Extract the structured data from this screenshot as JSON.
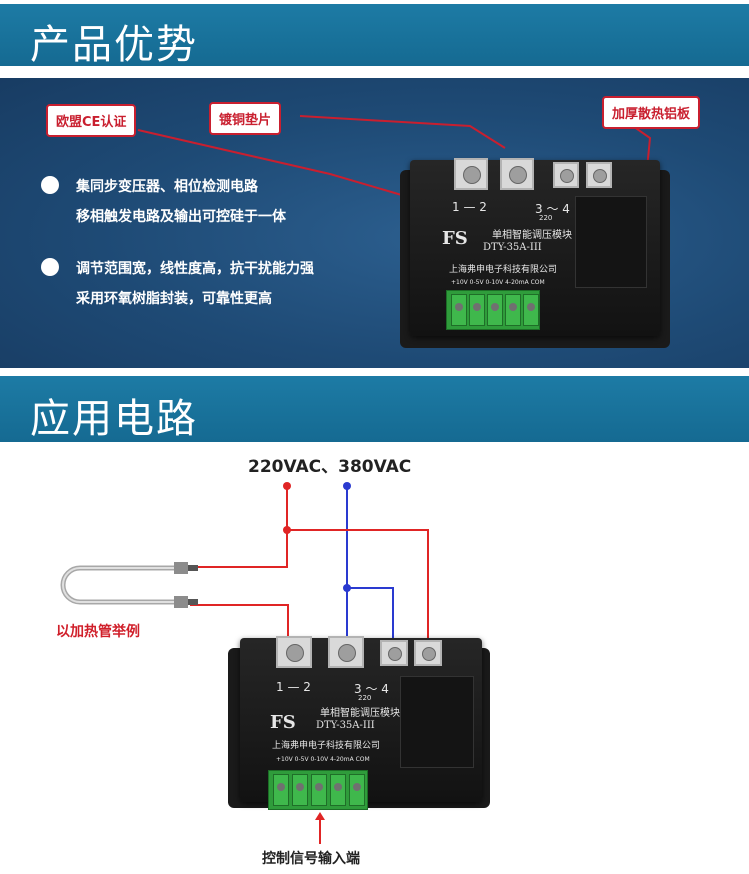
{
  "section1": {
    "title": "产品优势"
  },
  "section2": {
    "title": "应用电路"
  },
  "badges": {
    "ce": "欧盟CE认证",
    "copper": "镀铜垫片",
    "aluminum": "加厚散热铝板"
  },
  "features": [
    {
      "line1": "集同步变压器、相位检测电路",
      "line2": "移相触发电路及输出可控硅于一体"
    },
    {
      "line1": "调节范围宽，线性度高，抗干扰能力强",
      "line2": "采用环氧树脂封装，可靠性更高"
    }
  ],
  "module": {
    "terminal_left": "1 — 2",
    "terminal_right": "3 ～ 4",
    "terminal_right_sub": "220",
    "logo": "FS",
    "name": "单相智能调压模块",
    "model": "DTY-35A-III",
    "company": "上海弗申电子科技有限公司",
    "signals": "+10V  0-5V  0-10V 4-20mA  COM"
  },
  "circuit": {
    "voltage": "220VAC、380VAC",
    "heater_label": "以加热管举例",
    "control_label": "控制信号输入端"
  },
  "colors": {
    "header": "#1d7ba5",
    "badge_border": "#c91f2f",
    "wire_red": "#e02525",
    "wire_blue": "#2a3ad0"
  }
}
